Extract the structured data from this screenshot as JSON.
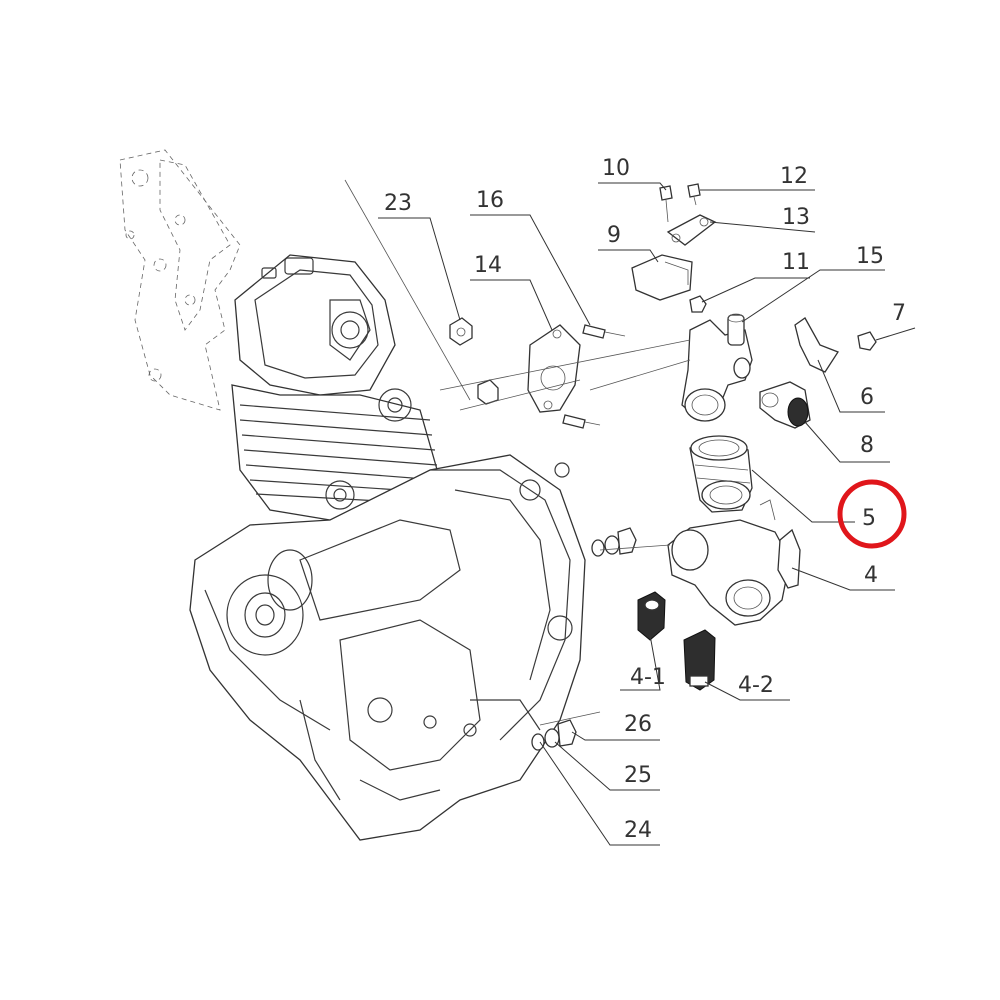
{
  "diagram": {
    "callouts": [
      "10",
      "12",
      "13",
      "9",
      "11",
      "15",
      "7",
      "6",
      "8",
      "5",
      "4",
      "4-1",
      "4-2",
      "26",
      "25",
      "24",
      "23",
      "16",
      "14"
    ],
    "highlighted_callout": "5",
    "highlight_color": "#e0161b",
    "line_color": "#333333"
  }
}
